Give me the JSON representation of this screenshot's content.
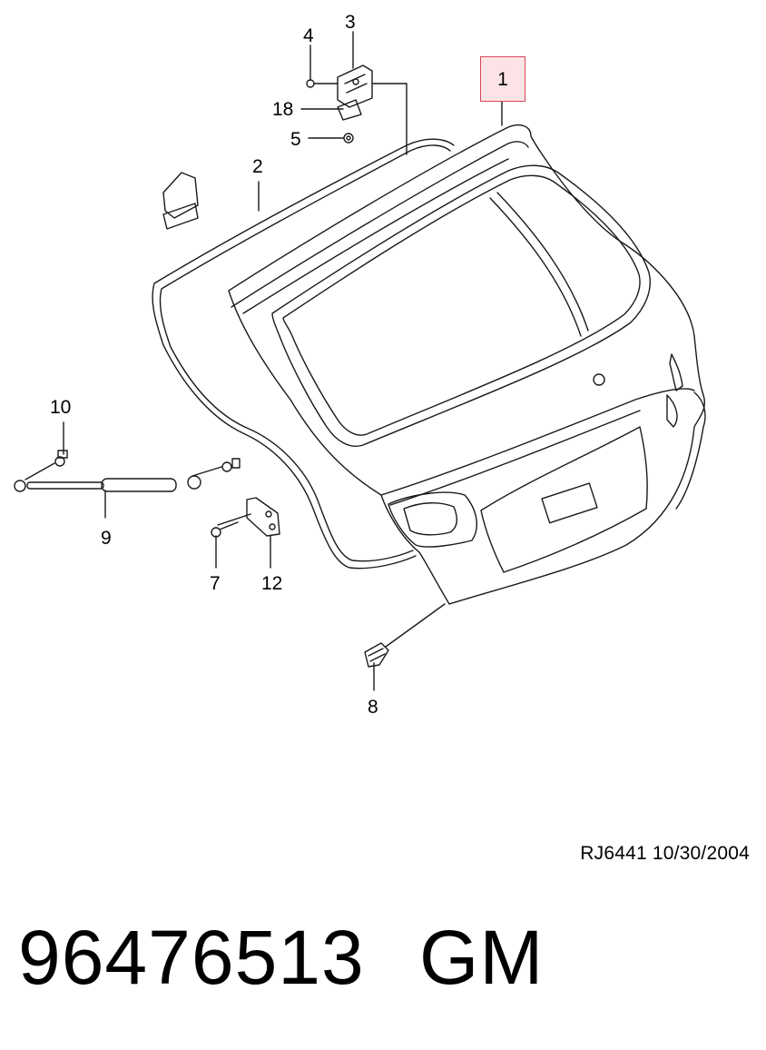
{
  "diagram": {
    "callouts": {
      "c1": "1",
      "c2": "2",
      "c3": "3",
      "c4": "4",
      "c5": "5",
      "c7": "7",
      "c8": "8",
      "c9": "9",
      "c10": "10",
      "c12": "12",
      "c18": "18"
    },
    "highlight_color": "#fbe3e6",
    "highlight_border": "#d9455a",
    "line_color": "#1a1a1a"
  },
  "footer": {
    "drawing_ref": "RJ6441  10/30/2004",
    "part_number": "96476513",
    "brand": "GM"
  }
}
